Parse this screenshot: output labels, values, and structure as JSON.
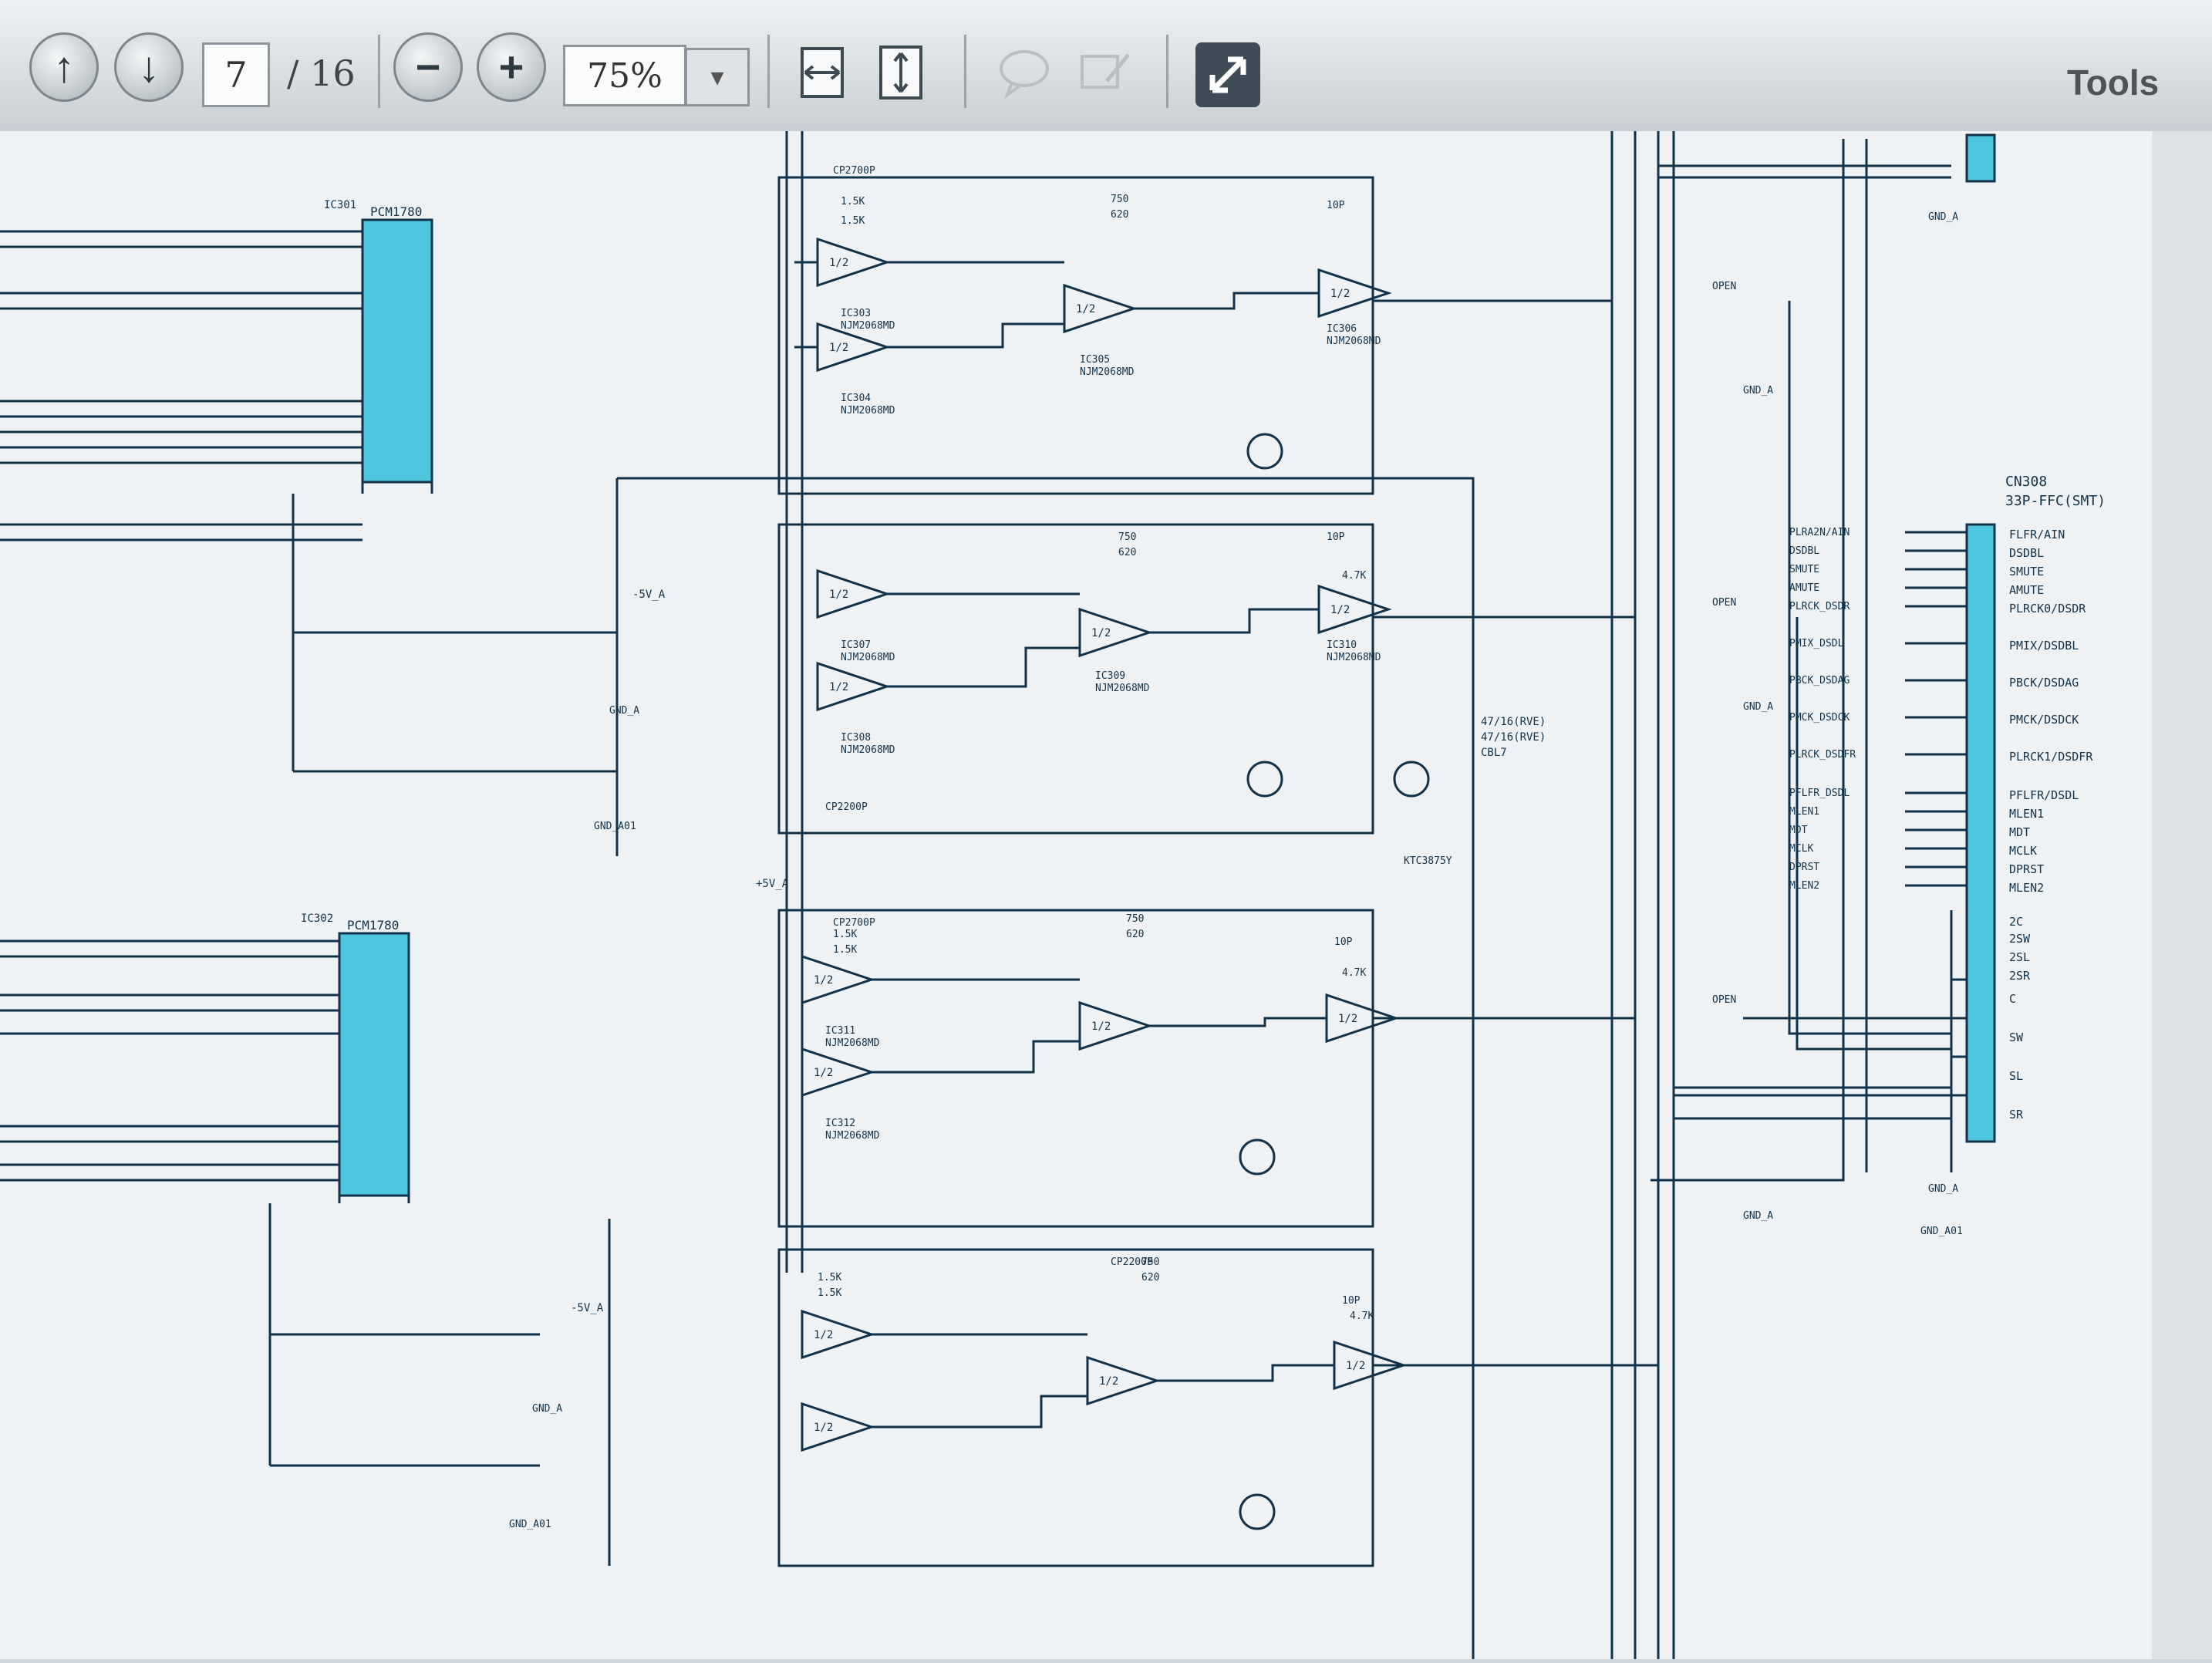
{
  "toolbar": {
    "page_current": "7",
    "page_total": "/ 16",
    "zoom": "75%",
    "tools_label": "Tools",
    "buttons": [
      "prev-page",
      "next-page",
      "zoom-out",
      "zoom-in",
      "fit-width",
      "fit-page",
      "comment",
      "sign",
      "fullscreen"
    ]
  },
  "schematic": {
    "connector": {
      "ref": "CN308",
      "type": "33P-FFC(SMT)",
      "pins": [
        "FLFR/AIN",
        "DSDBL",
        "SMUTE",
        "AMUTE",
        "PLRCK0/DSDR",
        "PMIX/DSDBL",
        "PBCK/DSDAG",
        "PMCK/DSDCK",
        "PLRCK1/DSDFR",
        "PFLFR/DSDL",
        "MLEN1",
        "MDT",
        "MCLK",
        "DPRST",
        "MLEN2",
        "2C",
        "2SW",
        "2SL",
        "2SR",
        "C",
        "SW",
        "SL",
        "SR"
      ],
      "nets": [
        "PLRA2N/AIN",
        "DSDBL",
        "SMUTE",
        "AMUTE",
        "PLRCK_DSDR",
        "PMIX_DSDL",
        "PBCK_DSDAG",
        "PMCK_DSDCK",
        "PLRCK_DSDFR",
        "PFLFR_DSDL",
        "MLEN1",
        "MDT",
        "MCLK",
        "DPRST",
        "MLEN2"
      ]
    },
    "ics": [
      "IC301",
      "IC302"
    ],
    "ic_part": "PCM1780",
    "opamp_part": "NJM2068MD",
    "opamps": [
      "IC303",
      "IC304",
      "IC305",
      "IC306",
      "IC307",
      "IC308",
      "IC309",
      "IC310",
      "IC311",
      "IC312"
    ],
    "labels": {
      "gnd_a": "GND_A",
      "gnd_a01": "GND_A01",
      "minus_5v": "-5V_A",
      "plus_5v": "+5V_A",
      "open": "OPEN",
      "cap": "47/16(RVE)",
      "cap2": "47/16(RVE)",
      "cap_b": "CBL7",
      "cp1": "CP2700P",
      "cp2": "CP2200P",
      "r1": "1.5K",
      "r2": "750",
      "r3": "620",
      "r4": "10P",
      "r5": "4.7K",
      "half": "1/2",
      "tr": "KTC3875Y"
    }
  },
  "colors": {
    "toolbar_bg": "#dfe4e7",
    "paper": "#eef2f4",
    "ink": "#12324a",
    "ic_fill": "#4fc6e0"
  }
}
